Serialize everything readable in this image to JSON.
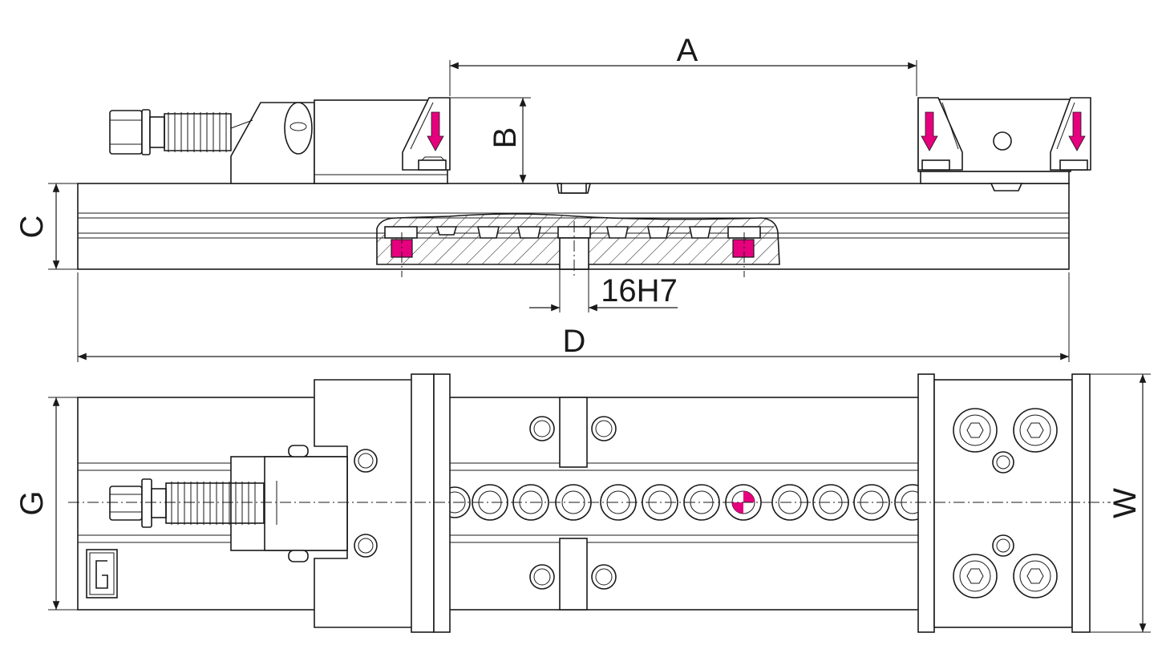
{
  "labels": {
    "A": "A",
    "B": "B",
    "C": "C",
    "D": "D",
    "G": "G",
    "W": "W",
    "bore": "16H7"
  },
  "colors": {
    "accent": "#e6007e",
    "line": "#1a1a1a",
    "background": "#ffffff"
  }
}
